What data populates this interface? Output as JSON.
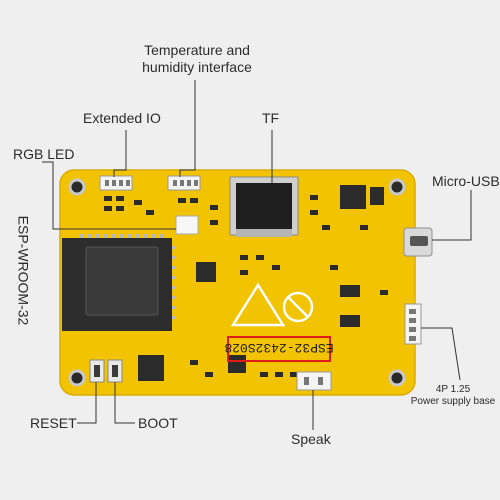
{
  "labels": {
    "temp_humidity": "Temperature and\nhumidity interface",
    "extended_io": "Extended IO",
    "tf": "TF",
    "rgb_led": "RGB LED",
    "micro_usb": "Micro-USB",
    "esp_wroom": "ESP-WROOM-32",
    "power_supply": "4P 1.25\nPower supply base",
    "reset": "RESET",
    "boot": "BOOT",
    "speak": "Speak"
  },
  "board": {
    "model": "ESP32-2432S028",
    "color": "#f2c300",
    "highlight_color": "#e01b1b"
  }
}
